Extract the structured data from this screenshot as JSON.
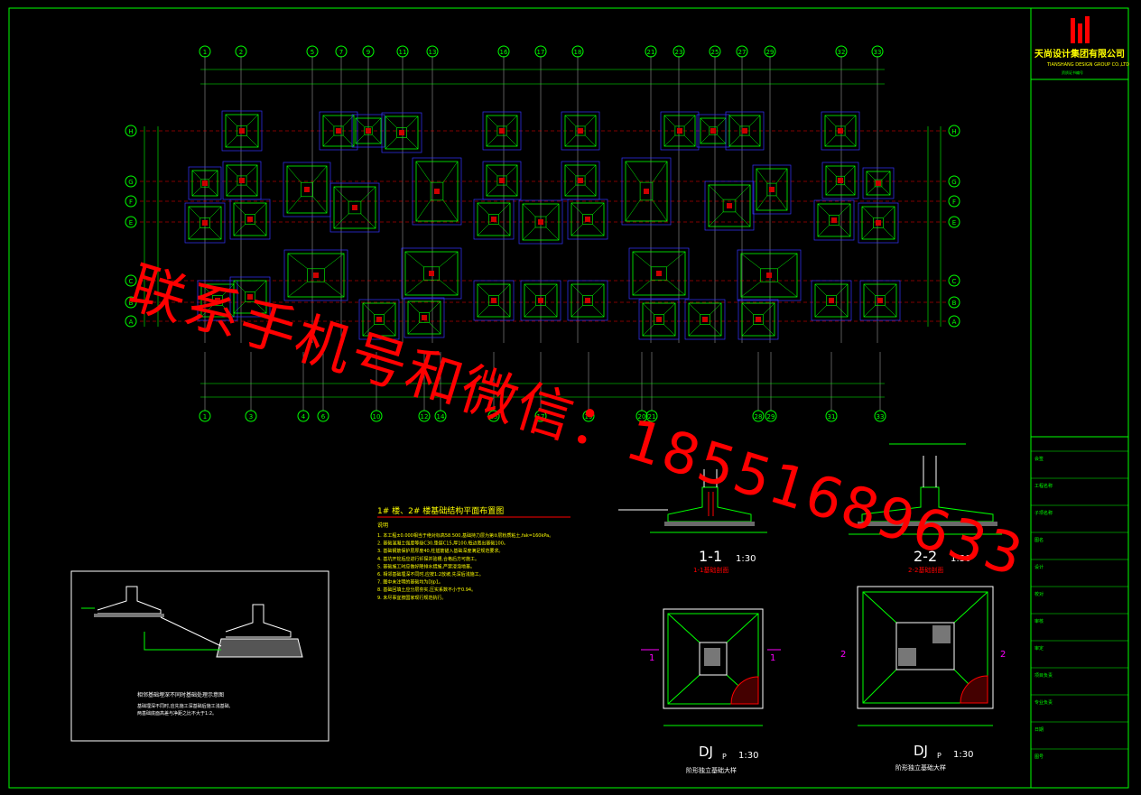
{
  "drawing": {
    "plan_title": "1# 楼、2# 楼基础结构平面布置图",
    "notes_heading": "说明",
    "notes": [
      "1. 本工程±0.000相当于绝对标高58.500,基础持力层为第②层粉质粘土,fak=160kPa。",
      "2. 基础混凝土强度等级C30,垫层C15,厚100,每边宽出基础100。",
      "3. 基础钢筋保护层厚度40,柱插筋锚入基础深度满足规范要求。",
      "4. 基坑开挖后应进行钎探并验槽,合格后方可施工。",
      "5. 基础施工时应做好降排水措施,严禁浸泡地基。",
      "6. 相邻基础埋深不同时,应按1:2放坡,先深后浅施工。",
      "7. 图中未注明的基础均为DJp1。",
      "8. 基础回填土应分层夯实,压实系数不小于0.94。",
      "9. 未尽事宜按国家现行规范执行。"
    ],
    "section_1_title": "1-1",
    "section_1_scale": "1:30",
    "section_1_caption": "1-1基础剖面",
    "section_2_title": "2-2",
    "section_2_scale": "1:30",
    "section_2_caption": "2-2基础剖面",
    "djp_left_title": "DJ",
    "djp_left_sub": "P",
    "djp_left_scale": "1:30",
    "djp_left_caption": "阶形独立基础大样",
    "djp_right_title": "DJ",
    "djp_right_sub": "P",
    "djp_right_scale": "1:30",
    "djp_right_caption": "阶形独立基础大样",
    "detail_caption": "相邻基础埋深不同时基础处理示意图",
    "detail_note_1": "基础埋深不同时,应先施工深基础后施工浅基础,",
    "detail_note_2": "两基础底面高差与净距之比不大于1:2。",
    "section_marks": [
      "1",
      "1",
      "2",
      "2"
    ]
  },
  "grid": {
    "top_axes": [
      "1",
      "2",
      "5",
      "7",
      "9",
      "11",
      "13",
      "16",
      "17",
      "18",
      "21",
      "23",
      "25",
      "27",
      "29",
      "32",
      "33"
    ],
    "bottom_axes": [
      "1",
      "3",
      "4",
      "6",
      "10",
      "12",
      "14",
      "15",
      "17",
      "19",
      "20",
      "21",
      "28",
      "29",
      "31",
      "33"
    ],
    "left_axes": [
      "H",
      "G",
      "F",
      "E",
      "C",
      "B",
      "A"
    ],
    "right_axes": [
      "H",
      "G",
      "F",
      "E",
      "C",
      "B",
      "A"
    ]
  },
  "title_block": {
    "company_cn": "天尚设计集团有限公司",
    "company_en": "TIANSHANG DESIGN GROUP CO.,LTD",
    "cert": "资质证书编号",
    "rows": [
      "会签",
      "工程名称",
      "子项名称",
      "图名",
      "设计",
      "校对",
      "审核",
      "审定",
      "项目负责",
      "专业负责",
      "日期",
      "图号"
    ]
  },
  "watermark": "联系手机号和微信：18551689633"
}
